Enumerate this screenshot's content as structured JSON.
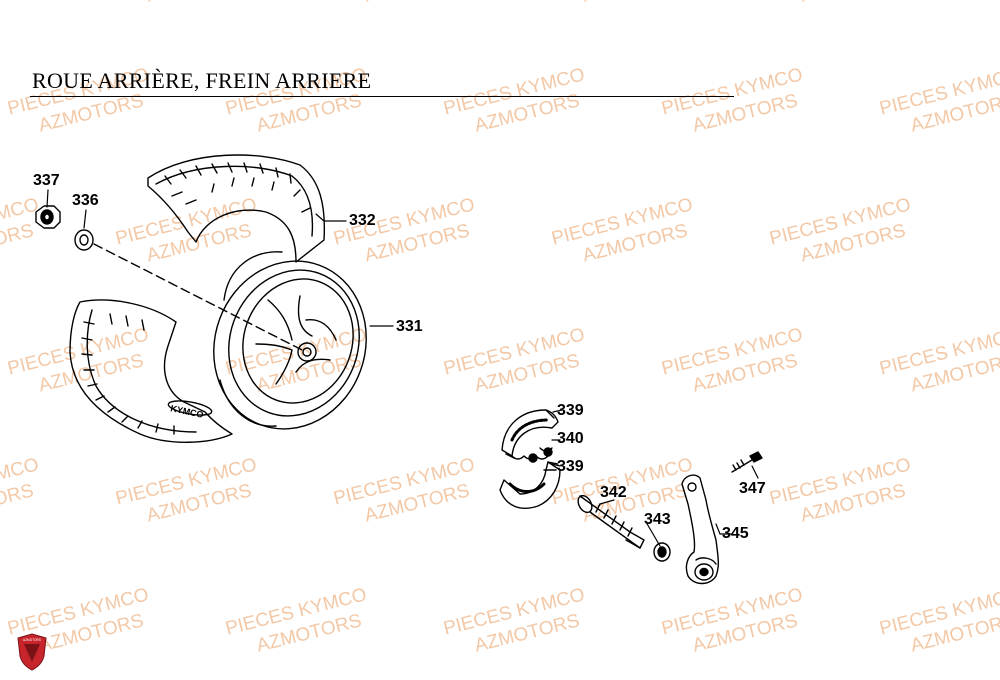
{
  "title": "ROUE ARRIÈRE, FREIN ARRIERE",
  "watermark": {
    "line1": "PIECES KYMCO",
    "line2": "AZMOTORS",
    "color": "#f3c8a6"
  },
  "brand_on_tire": "KYMCO",
  "logo_text": "AZMOTORS",
  "callouts": {
    "c337": "337",
    "c336": "336",
    "c332": "332",
    "c331": "331",
    "c339a": "339",
    "c340": "340",
    "c339b": "339",
    "c342": "342",
    "c343": "343",
    "c345": "345",
    "c347": "347"
  },
  "colors": {
    "line": "#000000",
    "logo_red": "#c8242b"
  }
}
